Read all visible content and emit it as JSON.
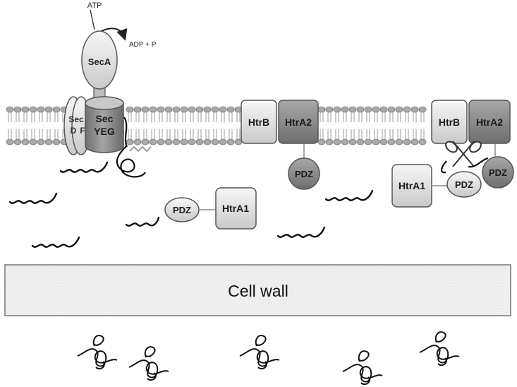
{
  "energy": {
    "atp": "ATP",
    "adp": "ADP + P"
  },
  "proteins": {
    "seca": "SecA",
    "secdf_top": "Sec",
    "secdf_left": "D",
    "secdf_right": "F",
    "secyeg_top": "Sec",
    "secyeg_bottom": "YEG",
    "htrb": "HtrB",
    "htra2": "HtrA2",
    "htra1": "HtrA1",
    "pdz": "PDZ"
  },
  "cell_wall": {
    "label": "Cell wall"
  },
  "colors": {
    "light_protein": "#e2e2e2",
    "dark_protein": "#8a8a8a",
    "lipid_head": "#a9a9a9",
    "wall_fill": "#f4f4f4",
    "stroke": "#555555"
  }
}
